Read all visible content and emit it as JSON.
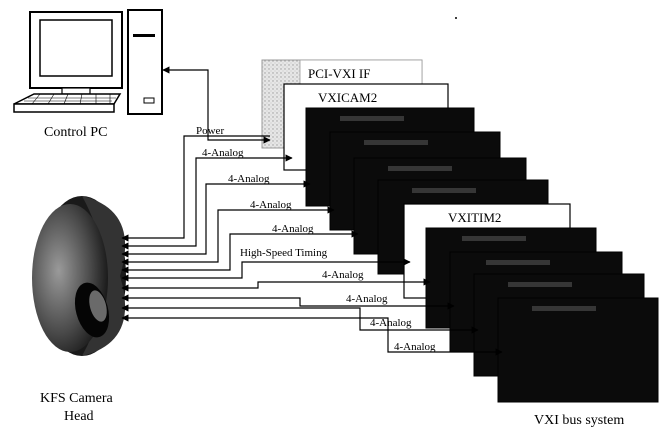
{
  "control_pc": {
    "label": "Control PC"
  },
  "camera_head": {
    "label_line1": "KFS Camera",
    "label_line2": "Head"
  },
  "vxi_system": {
    "label": "VXI bus system"
  },
  "boards": {
    "pci_vxi_if": "PCI-VXI IF",
    "vxicam2": "VXICAM2",
    "vxitim2": "VXITIM2"
  },
  "connections": {
    "power": "Power",
    "analog_1": "4-Analog",
    "analog_2": "4-Analog",
    "analog_3": "4-Analog",
    "analog_4": "4-Analog",
    "timing": "High-Speed Timing",
    "analog_5": "4-Analog",
    "analog_6": "4-Analog",
    "analog_7": "4-Analog",
    "analog_8": "4-Analog"
  }
}
